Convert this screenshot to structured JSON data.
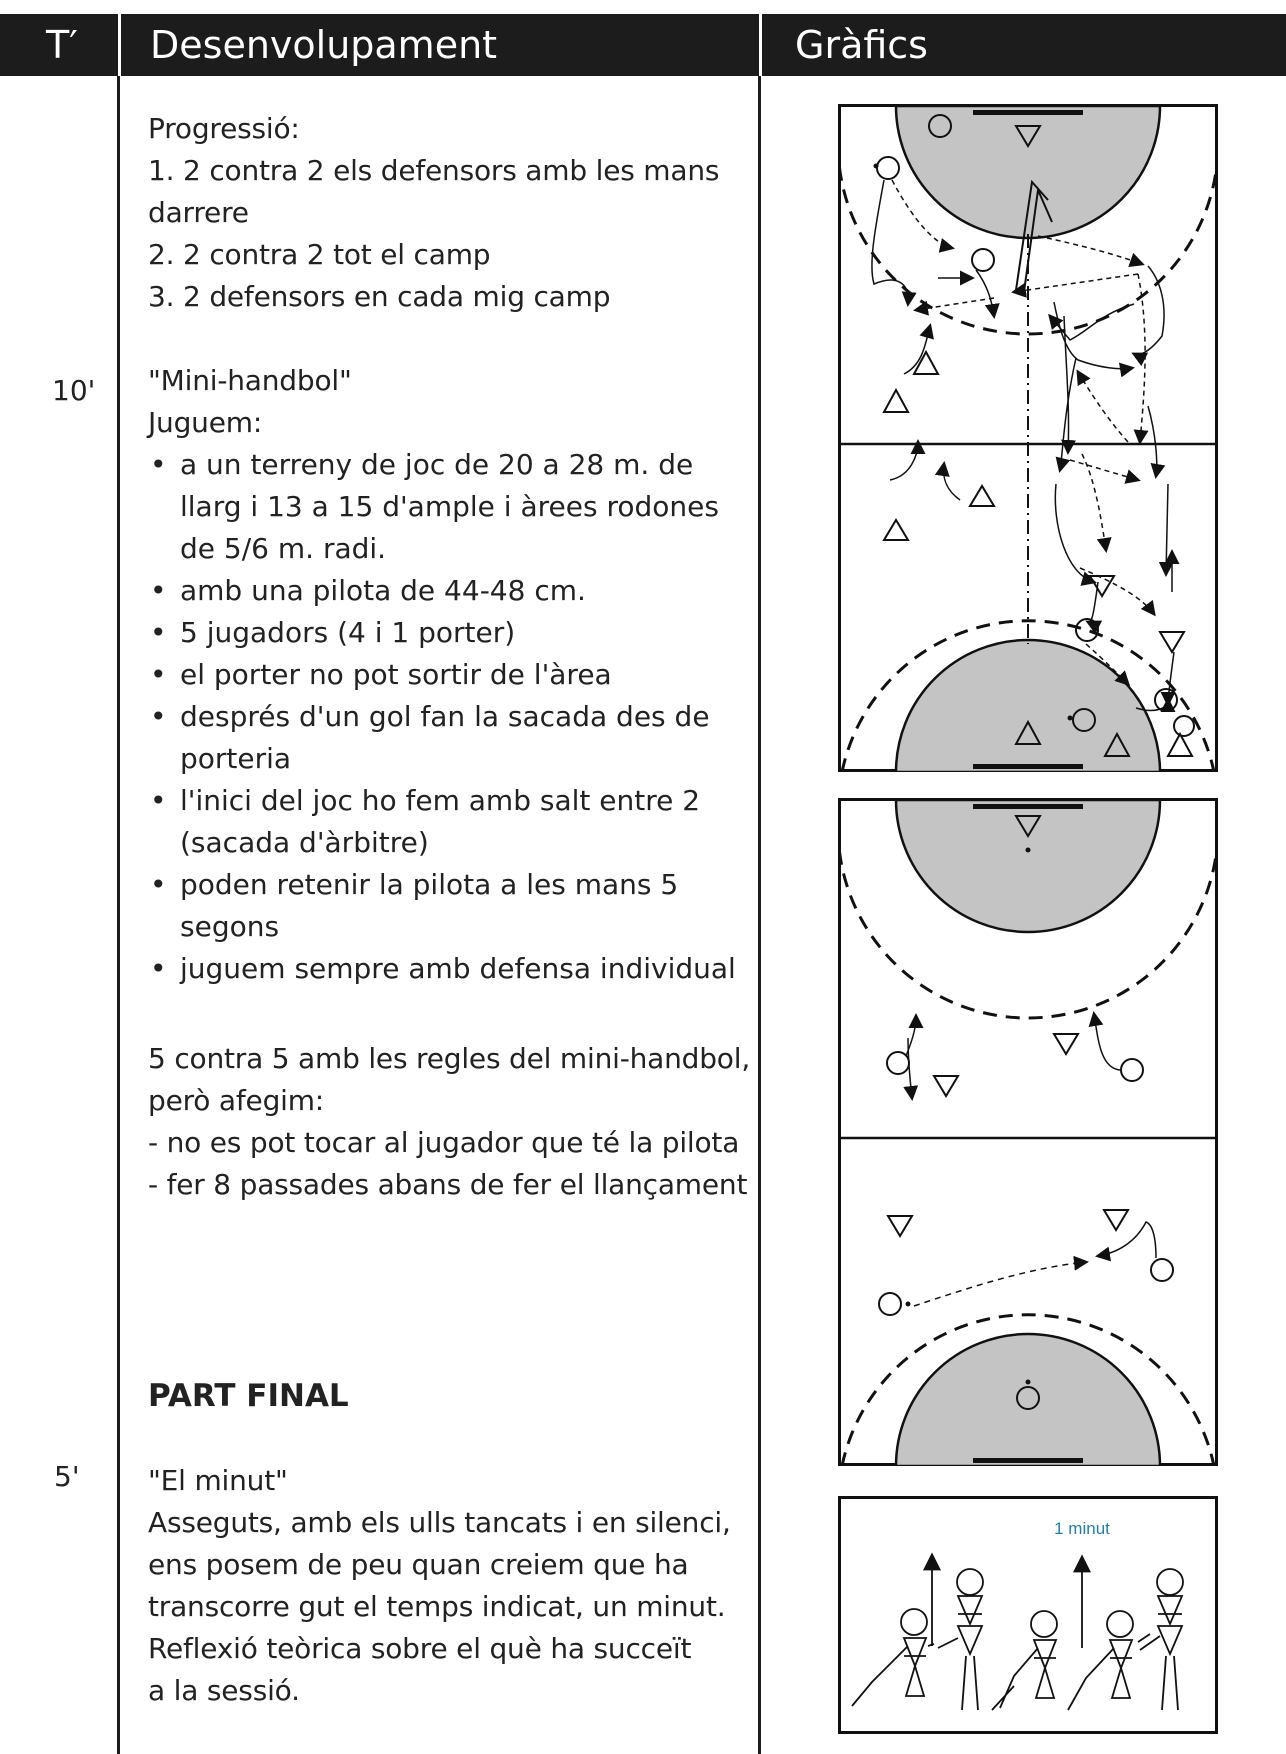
{
  "header": {
    "time_col": "T′",
    "dev_col": "Desenvolupament",
    "graphics_col": "Gràfics"
  },
  "times": [
    "10'",
    "5'"
  ],
  "block1": {
    "title": "Progressió:",
    "lines": [
      "1. 2 contra 2 els defensors amb les mans",
      "darrere",
      "2. 2 contra 2 tot el camp",
      "3. 2 defensors en cada mig camp"
    ]
  },
  "block2": {
    "title": "\"Mini-handbol\"",
    "intro": "Juguem:",
    "bullet_char": "•",
    "bullets": [
      [
        "a un terreny de joc de 20 a 28 m. de",
        "llarg i 13 a 15 d'ample i àrees rodones",
        "de 5/6 m. radi."
      ],
      [
        "amb una pilota de 44-48 cm."
      ],
      [
        "5 jugadors (4 i 1 porter)"
      ],
      [
        "el porter no pot sortir de l'àrea"
      ],
      [
        "després d'un gol fan la sacada des de",
        "porteria"
      ],
      [
        "l'inici del joc ho fem amb salt entre 2",
        "(sacada d'àrbitre)"
      ],
      [
        "poden retenir la pilota a les mans 5",
        "segons"
      ],
      [
        "juguem sempre amb defensa individual"
      ]
    ]
  },
  "block3": {
    "lines": [
      "5 contra 5 amb les regles del mini-handbol,",
      "però afegim:",
      "- no es pot tocar al jugador que té la pilota",
      "- fer 8 passades abans de fer el llançament"
    ]
  },
  "part_final": "PART FINAL",
  "block4": {
    "title": "\"El minut\"",
    "lines": [
      "Asseguts, amb els ulls tancats i en silenci,",
      "ens posem de peu quan creiem que ha",
      "transcorre gut el temps indicat, un minut.",
      "Reflexió teòrica sobre el què ha succeït",
      "a la sessió."
    ]
  },
  "figure_label": "1 minut",
  "colors": {
    "header_bg": "#1c1c1c",
    "area_fill": "#c4c4c4",
    "label_blue": "#1f7fb0"
  }
}
